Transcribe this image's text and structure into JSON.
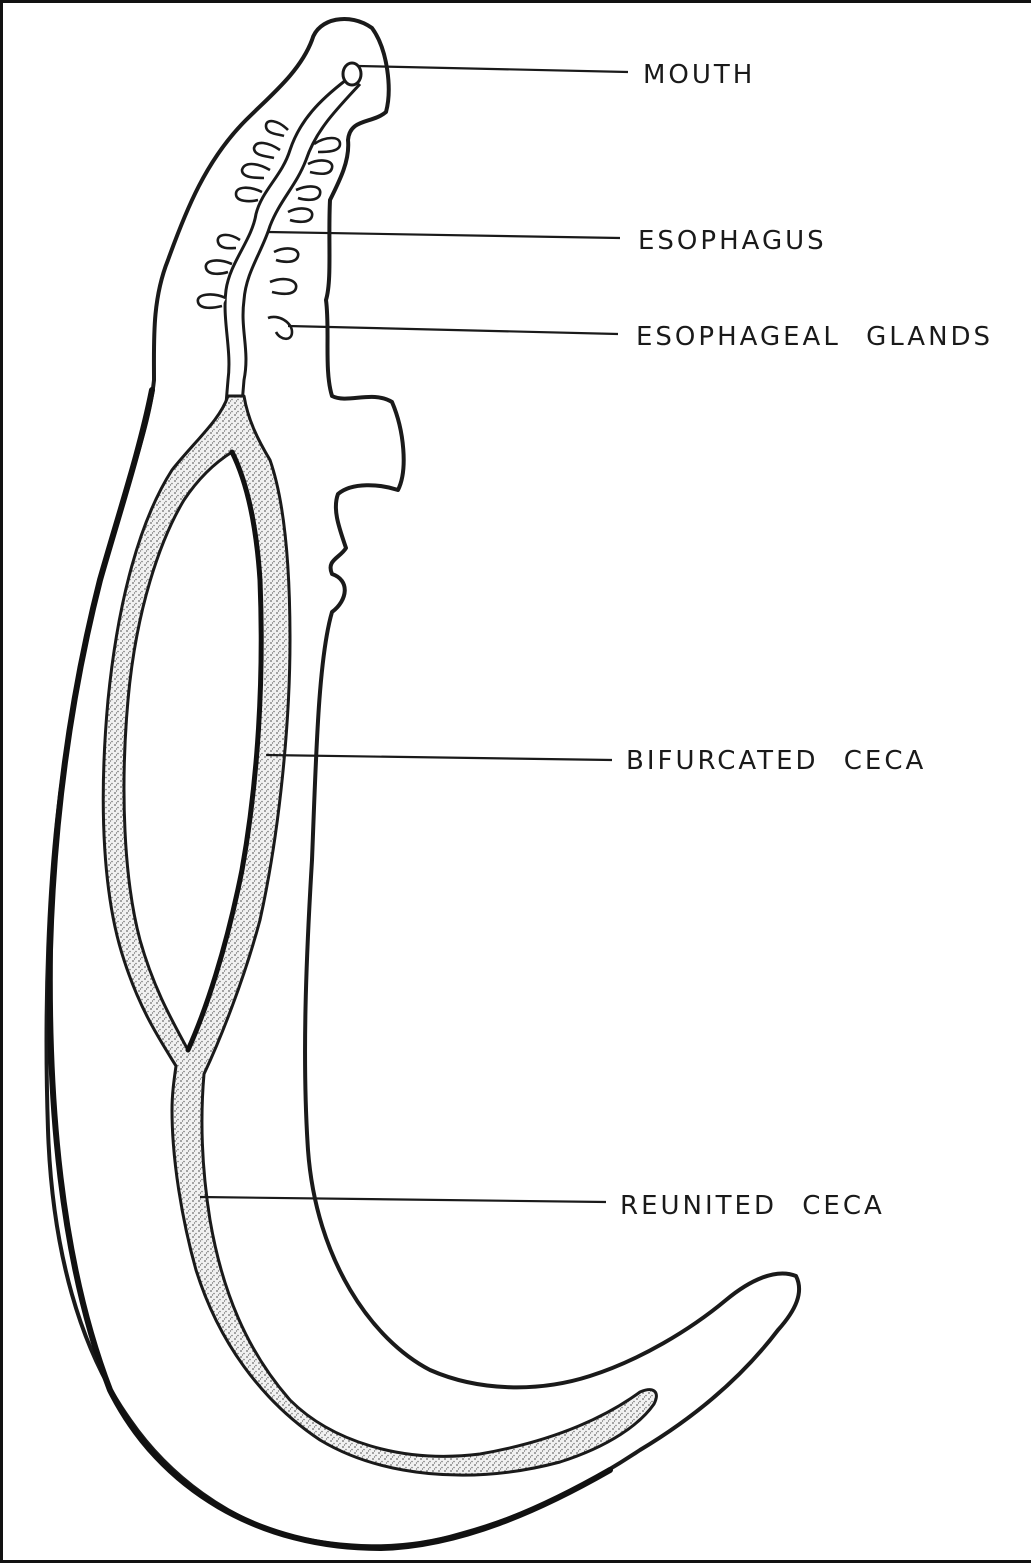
{
  "labels": {
    "mouth": "MOUTH",
    "esophagus": "ESOPHAGUS",
    "esophageal_glands": "ESOPHAGEAL GLANDS",
    "bifurcated_ceca": "BIFURCATED CECA",
    "reunited_ceca": "REUNITED CECA"
  },
  "colors": {
    "ink": "#1a1a1a",
    "stipple": "#8a8a8a",
    "background": "#ffffff"
  }
}
